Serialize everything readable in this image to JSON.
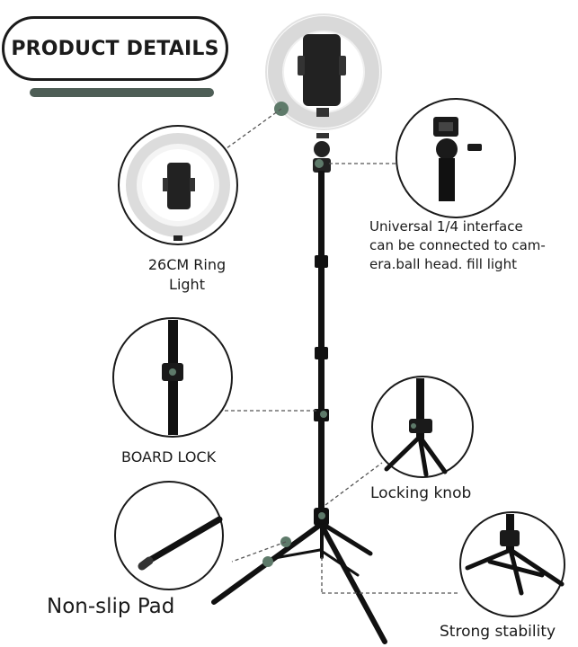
{
  "header": {
    "title": "PRODUCT DETAILS"
  },
  "callouts": {
    "ring_light": {
      "line1": "26CM Ring",
      "line2": "Light"
    },
    "interface": {
      "line1": "Universal 1/4 interface",
      "line2": "can be connected to cam-",
      "line3": "era.ball head. fill light"
    },
    "board_lock": {
      "label": "BOARD LOCK"
    },
    "locking_knob": {
      "label": "Locking knob"
    },
    "non_slip_pad": {
      "label": "Non-slip Pad"
    },
    "strong_stability": {
      "label": "Strong stability"
    }
  },
  "colors": {
    "accent": "#4e5e56",
    "dot": "#5e7a6a",
    "line": "#111111",
    "outline": "#1b1b1b"
  }
}
